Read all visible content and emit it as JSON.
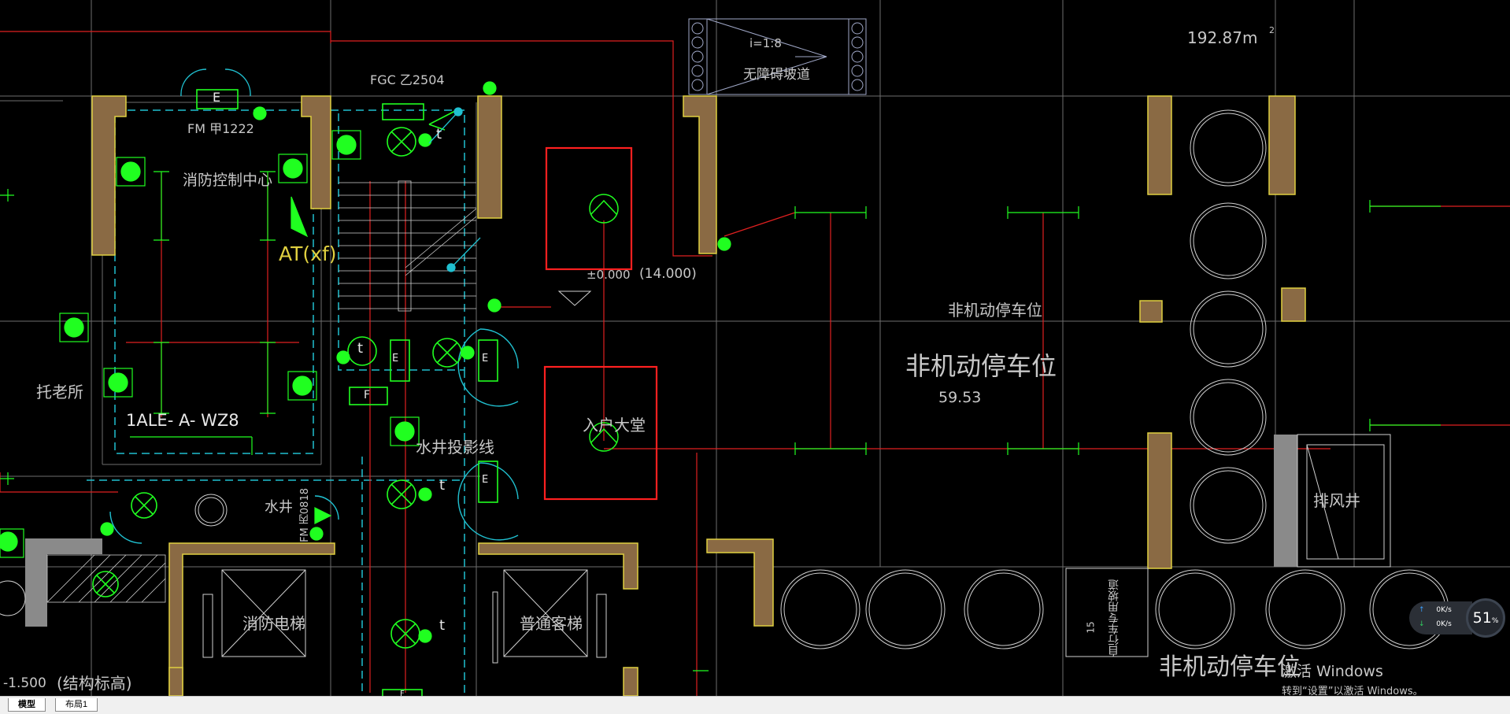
{
  "drawing": {
    "labels": {
      "fgc": "FGC 乙2504",
      "fm_jia": "FM 甲1222",
      "fire_control": "消防控制中心",
      "at_xf": "AT(xf)",
      "tuolao": "托老所",
      "wz8": "1ALE- A- WZ8",
      "shuijing": "水井",
      "fm_bing": "FM 丙0818",
      "shuijing_proj": "水井投影线",
      "fire_elevator": "消防电梯",
      "normal_elevator": "普通客梯",
      "elev_minus": "-1.500",
      "struct_elev": "(结构标高)",
      "ramp_slope": "i=1:8",
      "ramp_label": "无障碍坡道",
      "area_top": "192.87m",
      "area_sup": "2",
      "elev_zero": "±0.000",
      "elev_14": "(14.000)",
      "lobby": "入户大堂",
      "nonmotor_small": "非机动停车位",
      "nonmotor_big": "非机动停车位",
      "nonmotor_area": "59.53",
      "nonmotor_bottom": "非机动停车位",
      "exhaust": "排风井",
      "bike_ramp": "自行车专用坡道",
      "bike_15": "15",
      "t1": "t",
      "t2": "t",
      "t3": "t",
      "t4": "t",
      "e1": "E",
      "e2": "E",
      "e3": "E",
      "e4": "E",
      "f1": "F",
      "f2": "F"
    }
  },
  "tabs": {
    "model": "模型",
    "layout1": "布局1"
  },
  "watermark": {
    "line1": "激活 Windows",
    "line2": "转到“设置”以激活 Windows。"
  },
  "net_widget": {
    "up_value": "0",
    "up_unit": "K/s",
    "down_value": "0",
    "down_unit": "K/s",
    "percent": "51",
    "percent_unit": "%"
  },
  "colors": {
    "background": "#000000",
    "wall_fill": "#8a6a44",
    "wall_edge": "#e0d040",
    "grid_line": "#7a7a7a",
    "red_line": "#e02020",
    "cyan_dash": "#20c0d0",
    "device_green": "#20ff20"
  }
}
